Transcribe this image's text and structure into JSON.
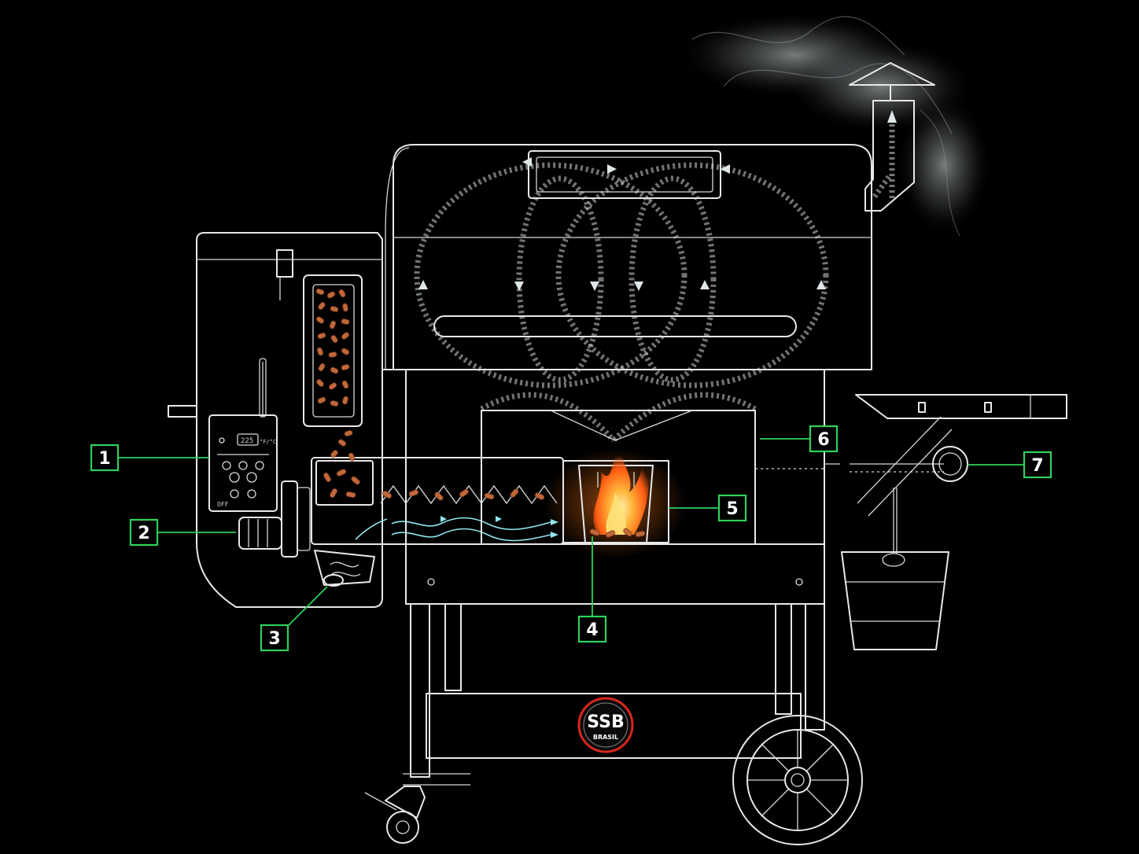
{
  "diagram": {
    "callouts": [
      {
        "id": 1,
        "label": "1"
      },
      {
        "id": 2,
        "label": "2"
      },
      {
        "id": 3,
        "label": "3"
      },
      {
        "id": 4,
        "label": "4"
      },
      {
        "id": 5,
        "label": "5"
      },
      {
        "id": 6,
        "label": "6"
      },
      {
        "id": 7,
        "label": "7"
      }
    ],
    "controller": {
      "display_value": "225",
      "unit_label": "°F/°C",
      "off_label": "OFF"
    },
    "logo": {
      "brand": "SSB",
      "sub": "BRASIL"
    },
    "colors": {
      "background": "#000000",
      "line_art": "#e8e8e8",
      "callout_accent": "#2fd15a",
      "smoke": "#cfd6d8",
      "pellets": "#c0683a",
      "flame": "#ff8a1a",
      "airflow": "#8fe6f0",
      "logo_red": "#d8261c"
    }
  }
}
